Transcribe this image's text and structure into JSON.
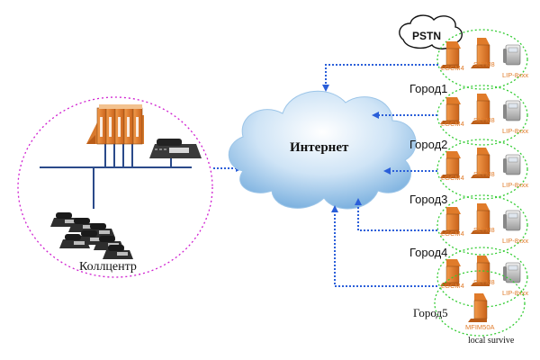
{
  "cloud": {
    "label": "Интернет"
  },
  "pstn": {
    "label": "PSTN"
  },
  "callcenter": {
    "label": "Коллцентр"
  },
  "sites": [
    {
      "city": "",
      "units": [
        "LGCM4",
        "SLTM8",
        "LIP-8xxx"
      ]
    },
    {
      "city": "Город1",
      "units": [
        "LGCM4",
        "SLTM8",
        "LIP-8xxx"
      ]
    },
    {
      "city": "Город2",
      "units": [
        "LGCM4",
        "SLTM8",
        "LIP-8xxx"
      ]
    },
    {
      "city": "Город3",
      "units": [
        "LGCM4",
        "SLTM8",
        "LIP-8xxx"
      ]
    },
    {
      "city": "Город4",
      "units": [
        "LGCM4",
        "SLTM8",
        "LIP-8xxx"
      ]
    }
  ],
  "site6": {
    "city": "Город5",
    "unit": "MFIM50A"
  },
  "survive": {
    "label": "local survive"
  },
  "colors": {
    "orange": "#e07b2a",
    "blue": "#2b5fd9",
    "green": "#33cc33",
    "magenta": "#d020d0",
    "lan": "#2a4a8a"
  }
}
